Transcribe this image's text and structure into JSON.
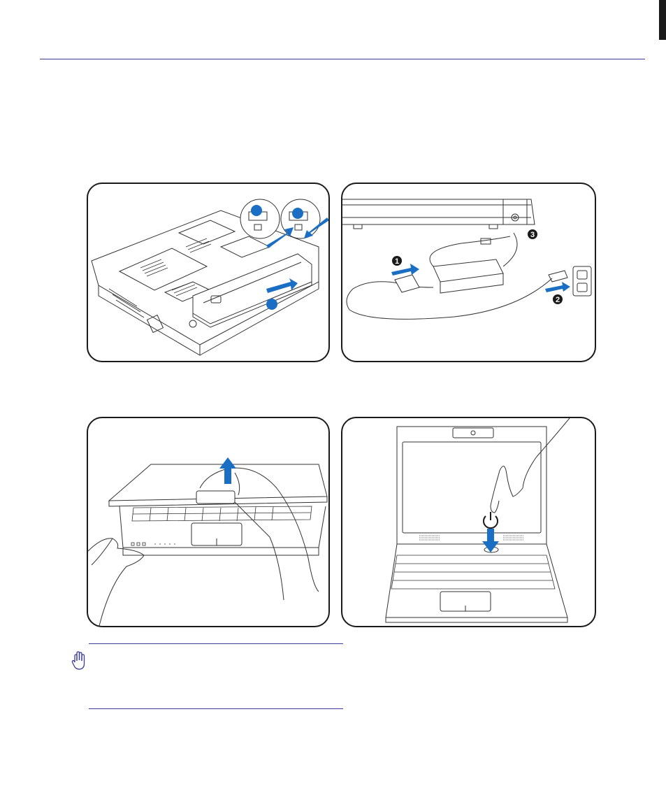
{
  "page": {
    "accent_color": "#3b3b9a",
    "illustration_accent": "#1a6fc4"
  },
  "panels": [
    {
      "id": "install-battery",
      "markers": [
        "",
        "",
        ""
      ]
    },
    {
      "id": "connect-adapter",
      "markers": [
        "1",
        "2",
        "3"
      ]
    },
    {
      "id": "open-lid",
      "markers": []
    },
    {
      "id": "power-on",
      "markers": []
    }
  ],
  "note": {
    "icon": "stop-hand-icon",
    "text": ""
  }
}
